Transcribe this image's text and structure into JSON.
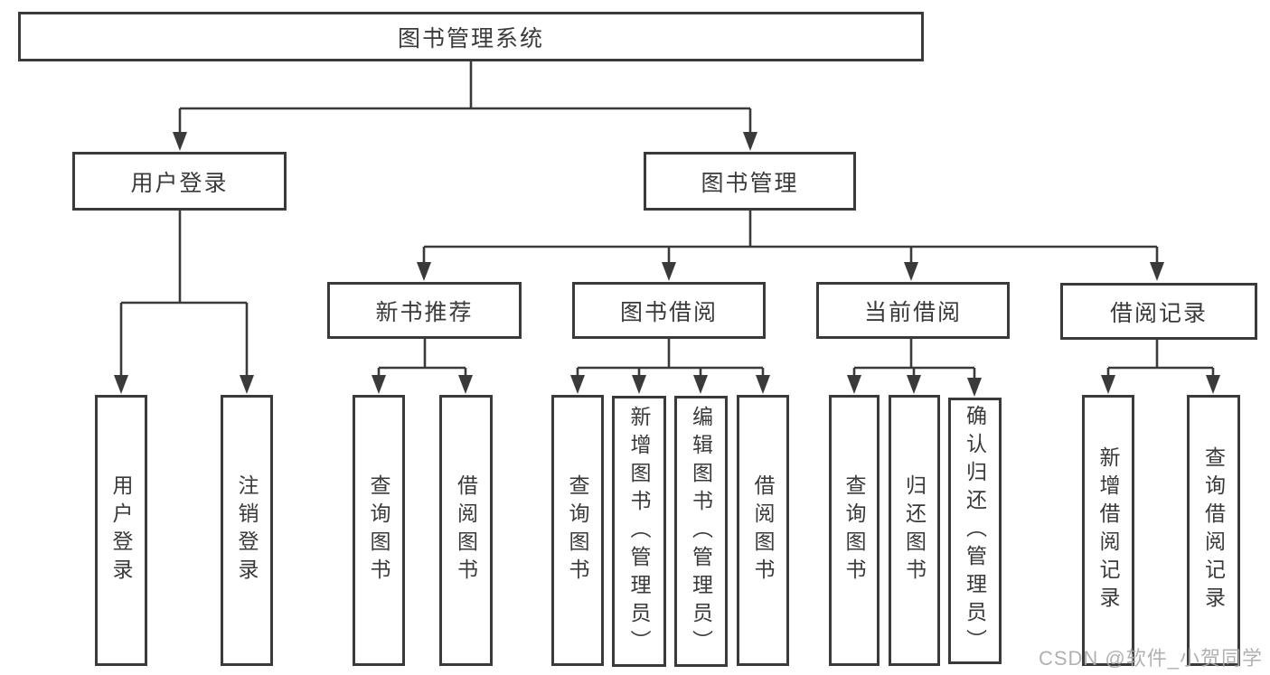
{
  "diagram": {
    "root": {
      "label": "图书管理系统"
    },
    "branches": [
      {
        "label": "用户登录",
        "children": [
          {
            "label": "用户登录"
          },
          {
            "label": "注销登录"
          }
        ]
      },
      {
        "label": "图书管理",
        "sections": [
          {
            "label": "新书推荐",
            "children": [
              {
                "label": "查询图书"
              },
              {
                "label": "借阅图书"
              }
            ]
          },
          {
            "label": "图书借阅",
            "children": [
              {
                "label": "查询图书"
              },
              {
                "label": "新增图书（管理员）"
              },
              {
                "label": "编辑图书（管理员）"
              },
              {
                "label": "借阅图书"
              }
            ]
          },
          {
            "label": "当前借阅",
            "children": [
              {
                "label": "查询图书"
              },
              {
                "label": "归还图书"
              },
              {
                "label": "确认归还（管理员）"
              }
            ]
          },
          {
            "label": "借阅记录",
            "children": [
              {
                "label": "新增借阅记录"
              },
              {
                "label": "查询借阅记录"
              }
            ]
          }
        ]
      }
    ]
  },
  "watermark": {
    "label": "CSDN @软件_小贺同学"
  },
  "colors": {
    "line": "#3a3a3a",
    "box_background": "#ffffff",
    "watermark": "#a9a9a9"
  }
}
